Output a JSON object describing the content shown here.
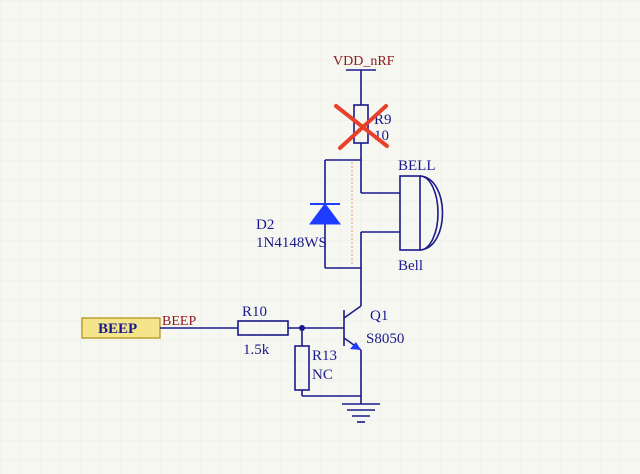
{
  "schematic": {
    "power_label": "VDD_nRF",
    "r9": {
      "designator": "R9",
      "value": "10",
      "struck_out": true
    },
    "bell": {
      "top_label": "BELL",
      "bottom_label": "Bell"
    },
    "d2": {
      "designator": "D2",
      "part": "1N4148WS"
    },
    "port": {
      "text": "BEEP"
    },
    "net_label": "BEEP",
    "r10": {
      "designator": "R10",
      "value": "1.5k"
    },
    "q1": {
      "designator": "Q1",
      "part": "S8050"
    },
    "r13": {
      "designator": "R13",
      "value": "NC"
    }
  },
  "colors": {
    "wire": "#1a1a8c",
    "diode_fill": "#1e3cff",
    "strike": "#e8402a",
    "power_label": "#8b1a1a",
    "port_fill": "#f4e58a",
    "port_border": "#b89a2a",
    "grid": "#e2e2da"
  }
}
